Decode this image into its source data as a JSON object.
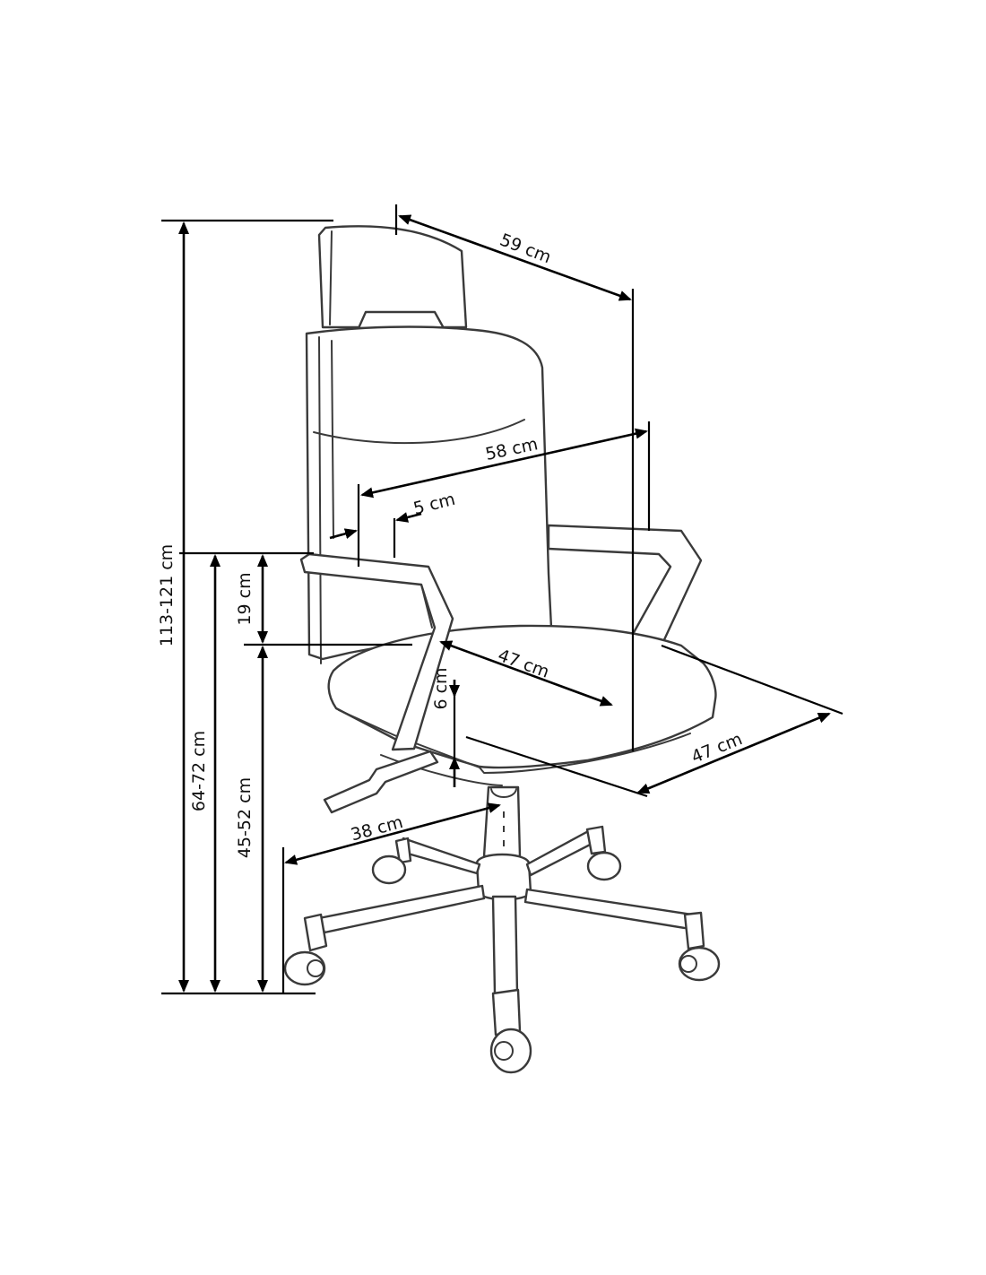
{
  "dimensions": {
    "backrest_width": "59 cm",
    "overall_width": "58 cm",
    "armrest_width": "5 cm",
    "overall_height": "113-121 cm",
    "armrest_height": "64-72 cm",
    "seat_height": "45-52 cm",
    "armrest_above_seat": "19 cm",
    "seat_depth": "47 cm",
    "seat_width": "47 cm",
    "seat_thickness": "6 cm",
    "base_radius": "38 cm"
  },
  "colors": {
    "outline": "#3a3a3a",
    "dimension_lines": "#000000",
    "background": "#ffffff"
  }
}
